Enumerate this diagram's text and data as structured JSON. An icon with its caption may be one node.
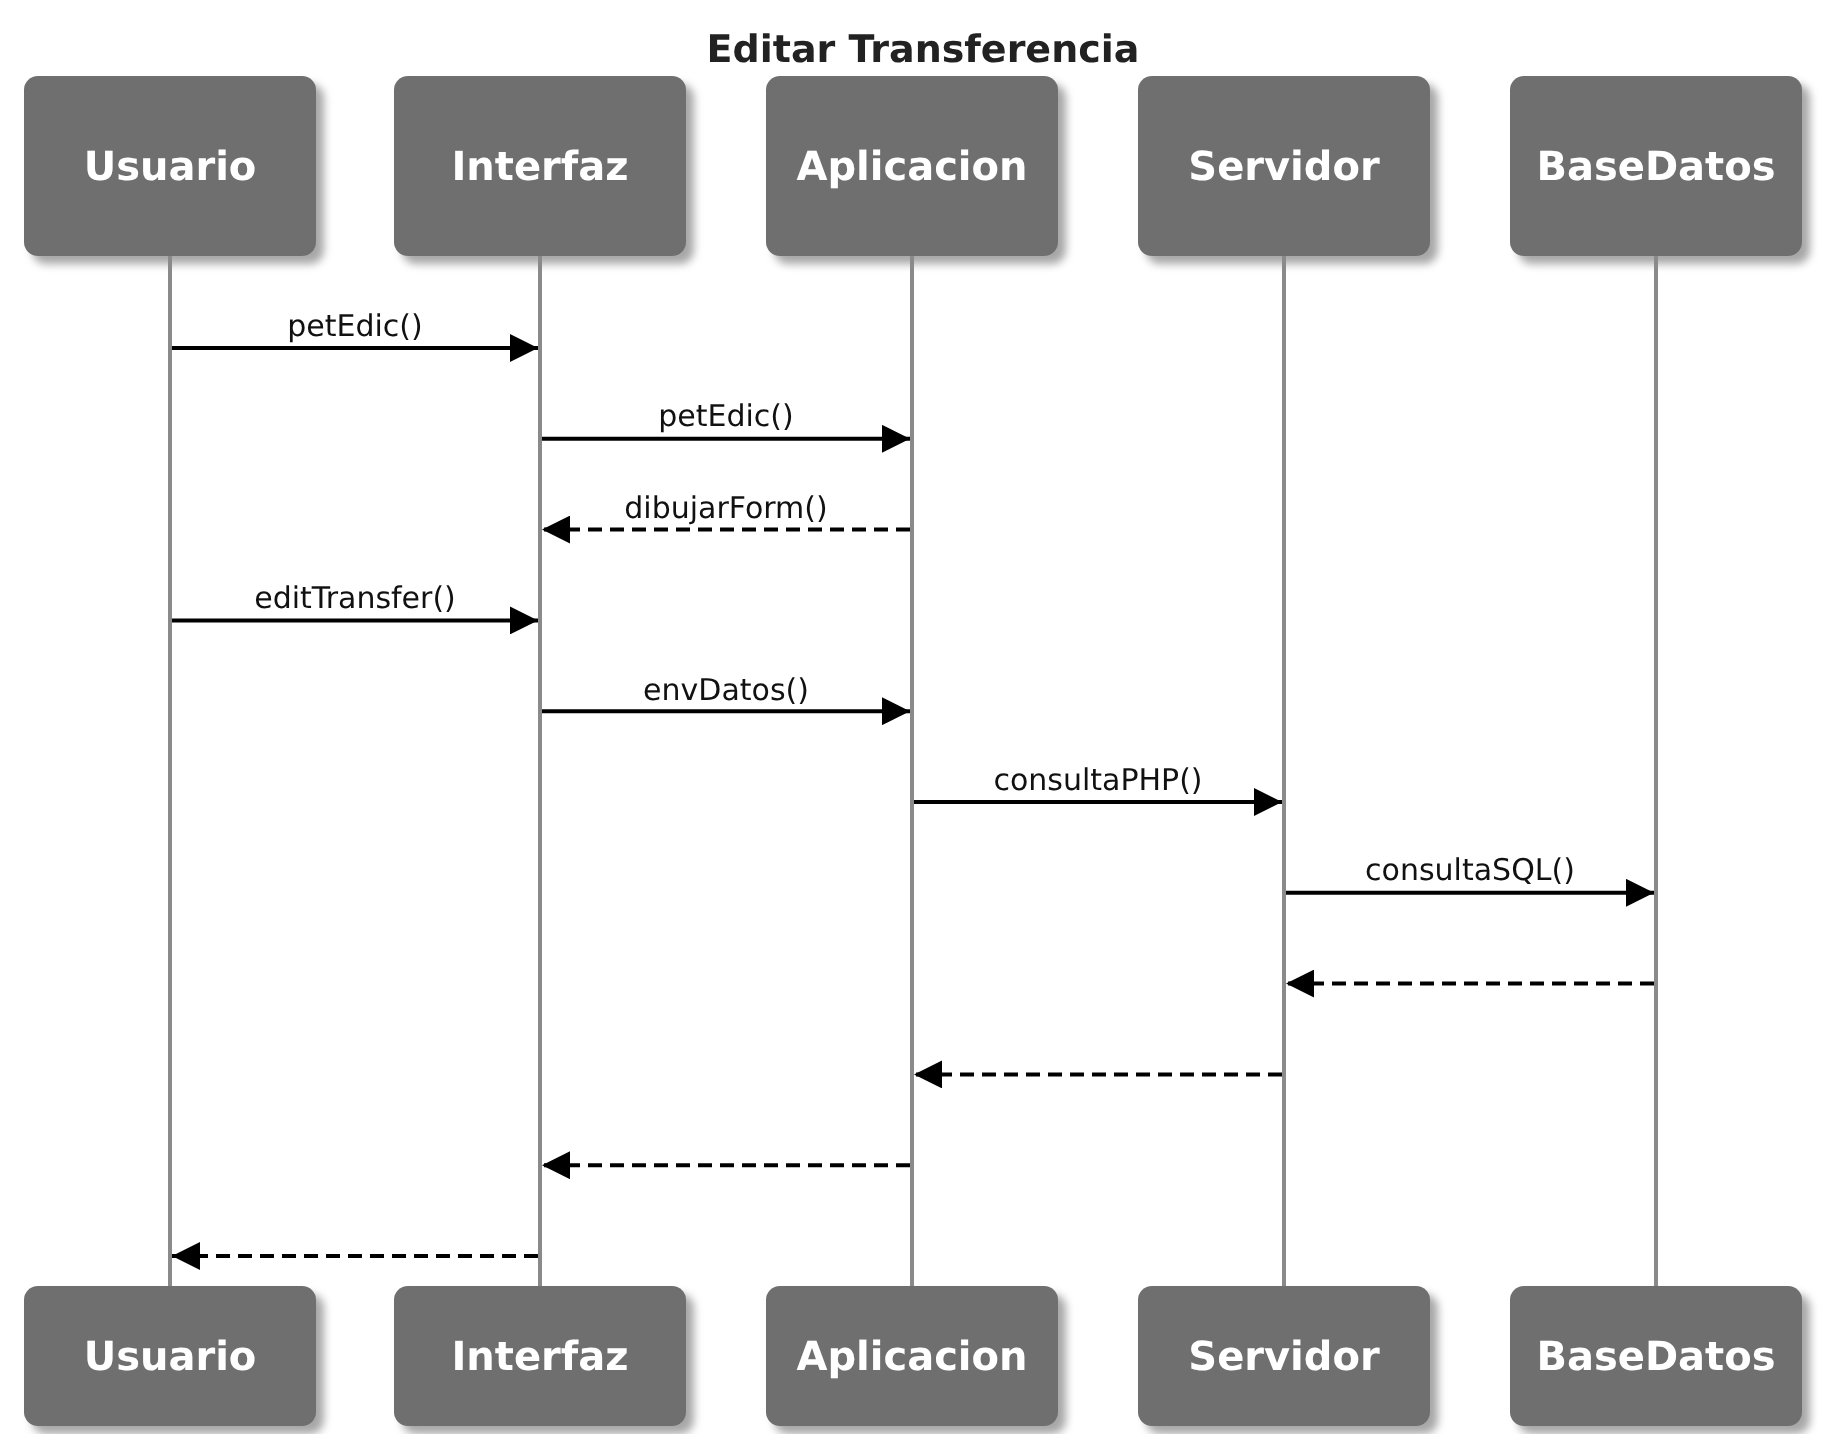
{
  "diagram": {
    "title": "Editar Transferencia",
    "nodes": [
      {
        "text": [
          "Usuario"
        ]
      },
      {
        "text": [
          "Interfaz"
        ]
      },
      {
        "text": [
          "Aplicacion"
        ]
      },
      {
        "text": [
          "Servidor"
        ]
      },
      {
        "text": [
          "BaseDatos"
        ]
      },
      {
        "text": [
          "Usuario"
        ]
      },
      {
        "text": [
          "Interfaz"
        ]
      },
      {
        "text": [
          "Aplicacion"
        ]
      },
      {
        "text": [
          "Servidor"
        ]
      },
      {
        "text": [
          "BaseDatos"
        ]
      },
      {
        "text": [],
        "shape": "bar"
      },
      {
        "text": [],
        "shape": "bar"
      },
      {
        "text": [],
        "shape": "bar"
      },
      {
        "text": [],
        "shape": "bar"
      },
      {
        "text": [],
        "shape": "bar"
      }
    ],
    "edges": [
      {
        "from": 10,
        "to": 11,
        "arrow": "to",
        "label": "petEdic()"
      },
      {
        "from": 11,
        "to": 12,
        "arrow": "to",
        "label": "petEdic()"
      },
      {
        "from": 12,
        "to": 11,
        "arrow": "to",
        "label": "dibujarForm()",
        "style": "dashed"
      },
      {
        "from": 10,
        "to": 11,
        "arrow": "to",
        "label": "editTransfer()"
      },
      {
        "from": 11,
        "to": 12,
        "arrow": "to",
        "label": "envDatos()"
      },
      {
        "from": 12,
        "to": 13,
        "arrow": "to",
        "label": "consultaPHP()"
      },
      {
        "from": 13,
        "to": 14,
        "arrow": "to",
        "label": "consultaSQL()"
      },
      {
        "from": 14,
        "to": 13,
        "arrow": "to",
        "style": "dashed"
      },
      {
        "from": 13,
        "to": 12,
        "arrow": "to",
        "style": "dashed"
      },
      {
        "from": 12,
        "to": 11,
        "arrow": "to",
        "style": "dashed"
      },
      {
        "from": 11,
        "to": 10,
        "arrow": "to",
        "style": "dashed"
      }
    ]
  }
}
